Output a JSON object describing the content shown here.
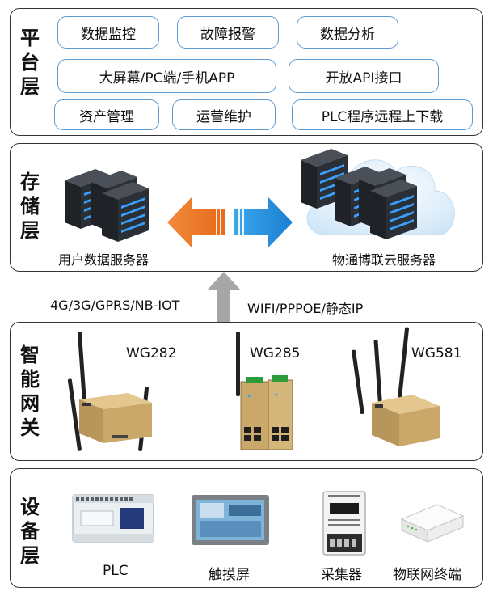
{
  "platform_layer": {
    "label": [
      "平",
      "台",
      "层"
    ],
    "services": [
      "数据监控",
      "故障报警",
      "数据分析",
      "大屏幕/PC端/手机APP",
      "开放API接口",
      "资产管理",
      "运营维护",
      "PLC程序远程上下载"
    ]
  },
  "storage_layer": {
    "label": [
      "存",
      "储",
      "层"
    ],
    "user_server": "用户数据服务器",
    "cloud_server": "物通博联云服务器"
  },
  "links": {
    "cellular": "4G/3G/GPRS/NB-IOT",
    "wired": "WIFI/PPPOE/静态IP"
  },
  "gateway_layer": {
    "label": [
      "智",
      "能",
      "网",
      "关"
    ],
    "models": [
      "WG282",
      "WG285",
      "WG581"
    ]
  },
  "device_layer": {
    "label": [
      "设",
      "备",
      "层"
    ],
    "devices": [
      "PLC",
      "触摸屏",
      "采集器",
      "物联网终端"
    ]
  },
  "colors": {
    "pill_border": "#5b9bd5",
    "arrow_left": "#ed7d31",
    "arrow_right": "#2e8fd8",
    "arrow_up": "#a6a6a6",
    "server_body": "#2b2f36",
    "server_light": "#3aa0ff",
    "gateway_gold": "#c9a86a"
  }
}
